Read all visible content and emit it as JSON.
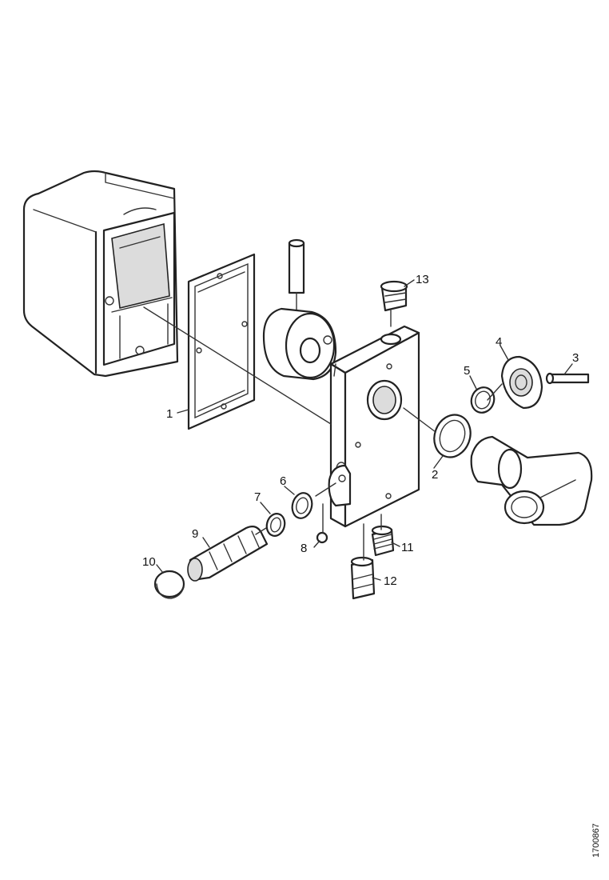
{
  "diagram": {
    "callouts": {
      "c1": "1",
      "c2": "2",
      "c3": "3",
      "c4": "4",
      "c5": "5",
      "c6": "6",
      "c7": "7",
      "c8": "8",
      "c9": "9",
      "c10": "10",
      "c11": "11",
      "c12": "12",
      "c13": "13"
    },
    "drawing_code": "1700867"
  }
}
